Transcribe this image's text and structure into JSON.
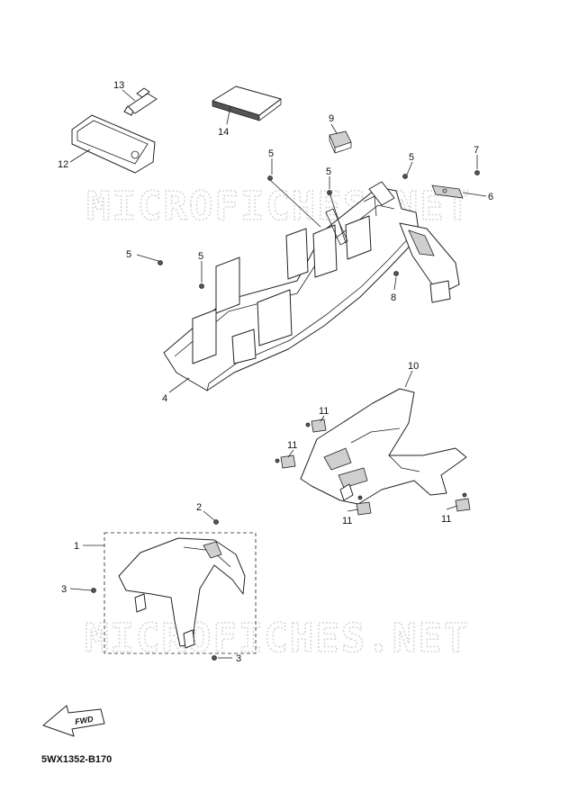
{
  "watermark_text": "MICROFICHES.NET",
  "diagram_code": "5WX1352-B170",
  "fwd_label": "FWD",
  "callouts": [
    {
      "id": "c13",
      "label": "13"
    },
    {
      "id": "c14",
      "label": "14"
    },
    {
      "id": "c12",
      "label": "12"
    },
    {
      "id": "c9",
      "label": "9"
    },
    {
      "id": "c5a",
      "label": "5"
    },
    {
      "id": "c5b",
      "label": "5"
    },
    {
      "id": "c5c",
      "label": "5"
    },
    {
      "id": "c7",
      "label": "7"
    },
    {
      "id": "c6",
      "label": "6"
    },
    {
      "id": "c5d",
      "label": "5"
    },
    {
      "id": "c5e",
      "label": "5"
    },
    {
      "id": "c8",
      "label": "8"
    },
    {
      "id": "c4",
      "label": "4"
    },
    {
      "id": "c10",
      "label": "10"
    },
    {
      "id": "c11a",
      "label": "11"
    },
    {
      "id": "c11b",
      "label": "11"
    },
    {
      "id": "c11c",
      "label": "11"
    },
    {
      "id": "c11d",
      "label": "11"
    },
    {
      "id": "c2",
      "label": "2"
    },
    {
      "id": "c1",
      "label": "1"
    },
    {
      "id": "c3a",
      "label": "3"
    },
    {
      "id": "c3b",
      "label": "3"
    }
  ]
}
